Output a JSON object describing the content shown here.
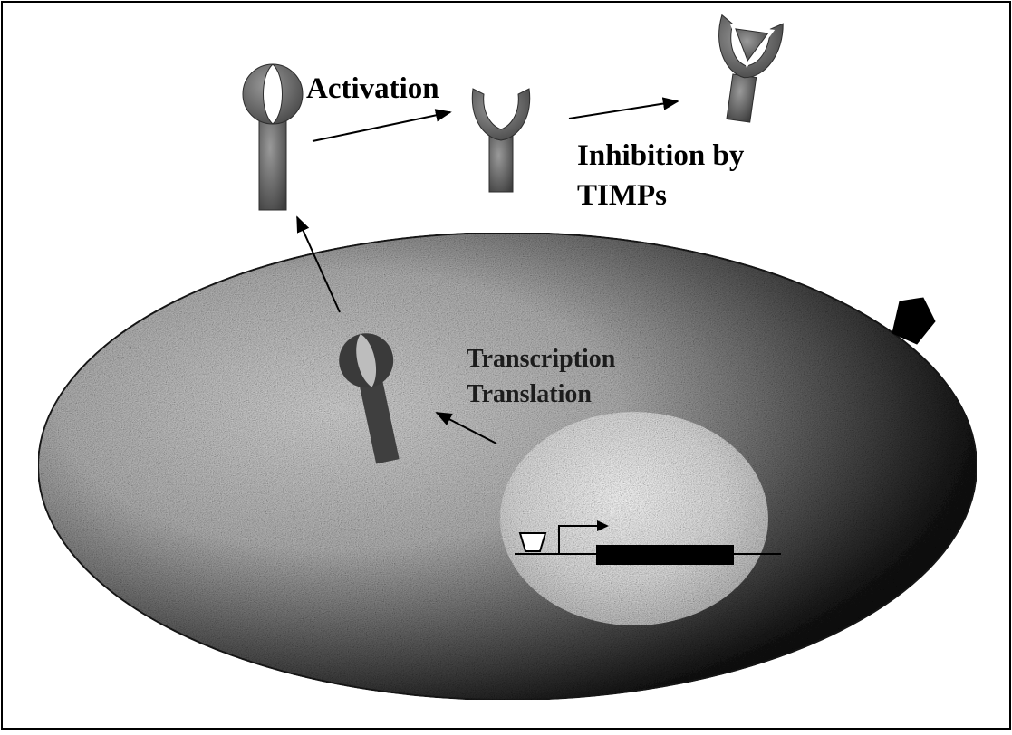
{
  "labels": {
    "activation": "Activation",
    "inhibition_line1": "Inhibition by",
    "inhibition_line2": "TIMPs",
    "transcription": "Transcription",
    "translation": "Translation"
  },
  "colors": {
    "frame": "#000000",
    "background": "#ffffff",
    "protein_fill": "#6f6f6f",
    "cell_light": "#cfcfcf",
    "cell_dark": "#000000",
    "nucleus_fill": "#dcdcdc",
    "gene_body": "#000000"
  },
  "icons": {
    "pro_enzyme": "latent-mmp-icon",
    "active_enzyme": "active-mmp-icon",
    "inhibited_enzyme": "timp-bound-mmp-icon",
    "membrane_receptor": "pentagon-receptor-icon",
    "promoter_element": "trapezoid-promoter-icon",
    "tss_arrow": "transcription-start-arrow-icon"
  }
}
